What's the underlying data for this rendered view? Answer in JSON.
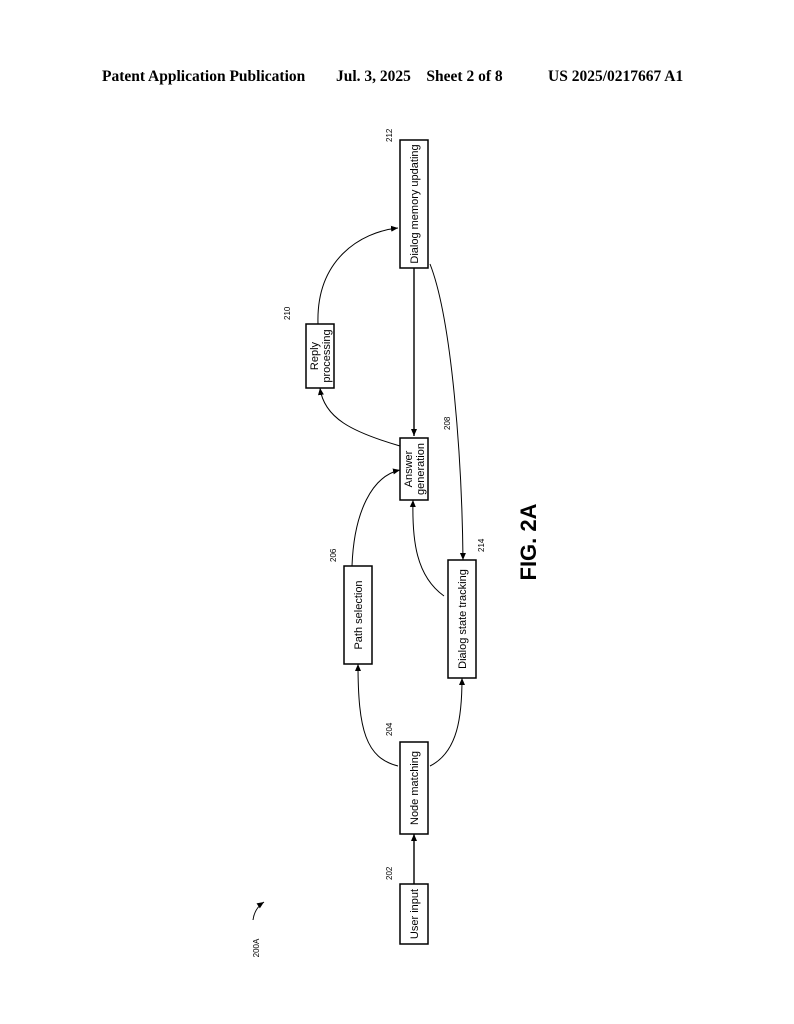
{
  "header": {
    "publication": "Patent Application Publication",
    "date_sheet": "Jul. 3, 2025    Sheet 2 of 8",
    "number": "US 2025/0217667 A1"
  },
  "figure": {
    "ref": "200A",
    "caption": "FIG. 2A"
  },
  "nodes": {
    "user_input": {
      "label": "User input",
      "ref": "202"
    },
    "node_matching": {
      "label": "Node matching",
      "ref": "204"
    },
    "path_selection": {
      "label": "Path selection",
      "ref": "206"
    },
    "answer_generation": {
      "label_line1": "Answer",
      "label_line2": "generation",
      "ref": "208"
    },
    "reply_processing": {
      "label_line1": "Reply",
      "label_line2": "processing",
      "ref": "210"
    },
    "dialog_memory": {
      "label": "Dialog memory updating",
      "ref": "212"
    },
    "dialog_state": {
      "label": "Dialog state tracking",
      "ref": "214"
    }
  }
}
